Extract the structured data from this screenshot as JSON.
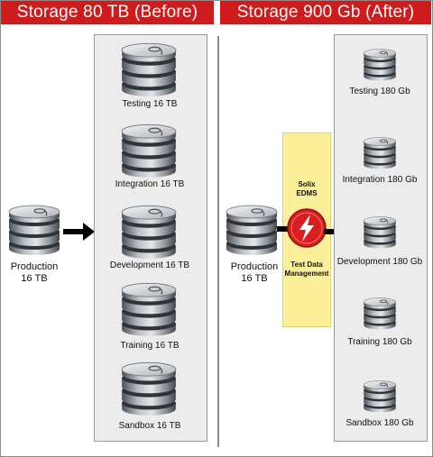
{
  "headers": {
    "before": "Storage 80 TB (Before)",
    "after": "Storage 900 Gb (After)"
  },
  "before": {
    "production": {
      "line1": "Production",
      "line2": "16 TB"
    },
    "databases": [
      {
        "label": "Testing 16 TB"
      },
      {
        "label": "Integration 16 TB"
      },
      {
        "label": "Development 16 TB"
      },
      {
        "label": "Training 16 TB"
      },
      {
        "label": "Sandbox 16 TB"
      }
    ]
  },
  "after": {
    "production": {
      "line1": "Production",
      "line2": "16 TB"
    },
    "solix": {
      "title_line1": "Solix",
      "title_line2": "EDMS",
      "subtitle_line1": "Test Data",
      "subtitle_line2": "Management"
    },
    "databases": [
      {
        "label": "Testing 180 Gb"
      },
      {
        "label": "Integration 180 Gb"
      },
      {
        "label": "Development 180 Gb"
      },
      {
        "label": "Training 180 Gb"
      },
      {
        "label": "Sandbox 180 Gb"
      }
    ]
  },
  "colors": {
    "header": "#cf1b1b",
    "panel": "#ececec",
    "band": "#fbef99",
    "icon_red": "#d81e1e"
  },
  "icons": {
    "database": "database-stack-icon",
    "solix": "lightning-bolt-icon",
    "arrow": "arrow-right-icon"
  }
}
